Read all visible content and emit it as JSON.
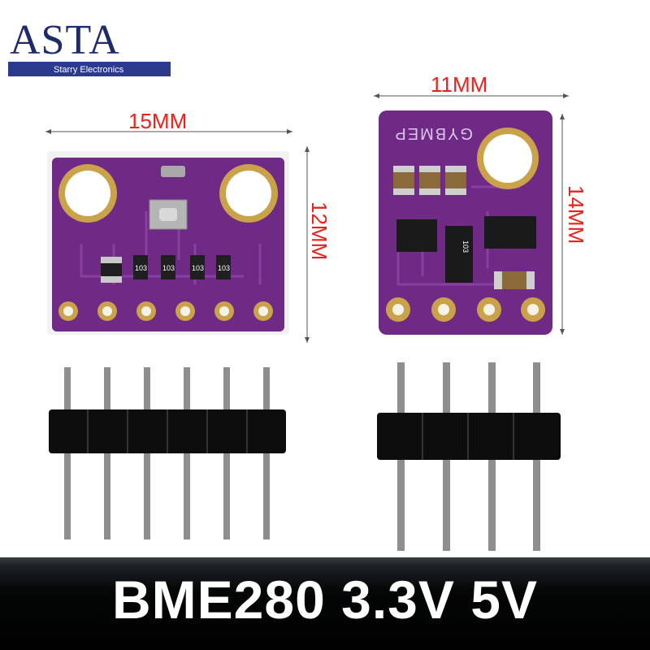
{
  "logo": {
    "text": "ASTA",
    "tagline": "Starry Electronics"
  },
  "dimensions": {
    "left_width": "15MM",
    "left_height": "12MM",
    "right_width": "11MM",
    "right_height": "14MM"
  },
  "left_board": {
    "resistor_marks": [
      "103",
      "103",
      "103",
      "103"
    ]
  },
  "right_board": {
    "silkscreen": "GYBMEP",
    "resistor_array": "103"
  },
  "banner": {
    "title": "BME280 3.3V 5V"
  },
  "colors": {
    "pcb": "#6e2a85",
    "dimension": "#e8231f",
    "gold": "#c9a24a",
    "banner": "#000000"
  }
}
